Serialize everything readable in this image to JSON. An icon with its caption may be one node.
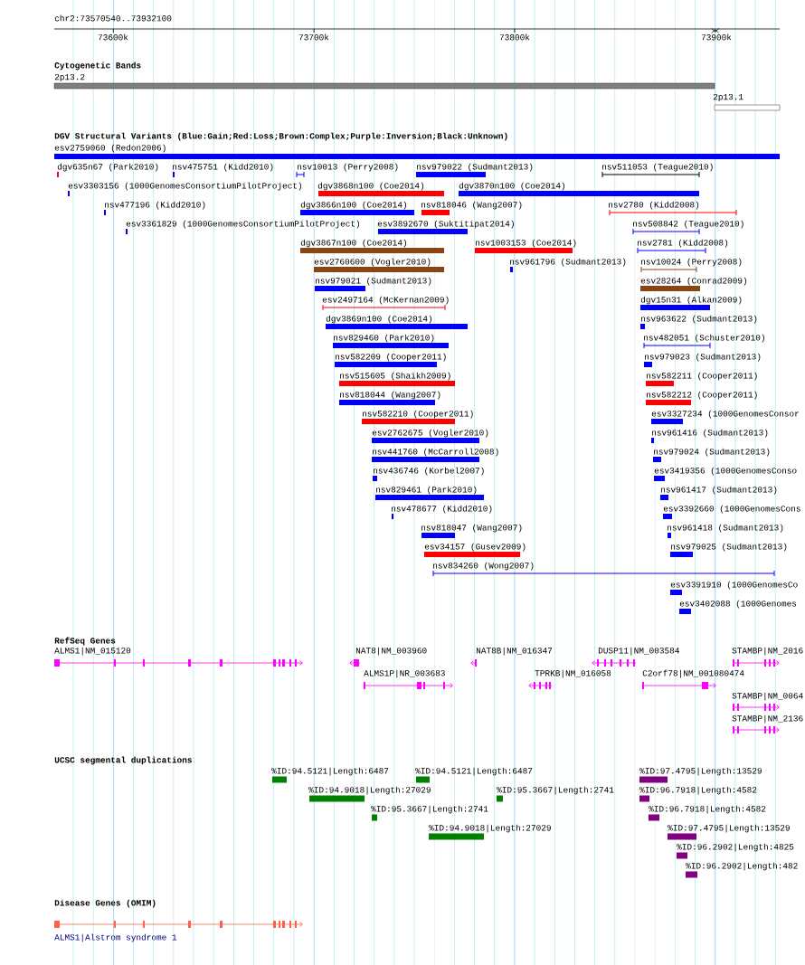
{
  "diagram": {
    "labels": [
      "chr2:73570540..73932100",
      "73600k",
      "73700k",
      "73800k",
      "73900k",
      "Cytogenetic Bands",
      "2p13.2",
      "2p13.1",
      "DGV Structural Variants (Blue:Gain;Red:Loss;Brown:Complex;Purple:Inversion;Black:Unknown)",
      "esv2759060 (Redon2006)",
      "dgv635n67 (Park2010)",
      "nsv475751 (Kidd2010)",
      "nsv10013 (Perry2008)",
      "nsv979022 (Sudmant2013)",
      "nsv511053 (Teague2010)",
      "esv3303156 (1000GenomesConsortiumPilotProject)",
      "dgv3868n100 (Coe2014)",
      "dgv3870n100 (Coe2014)",
      "nsv477196 (Kidd2010)",
      "dgv3866n100 (Coe2014)",
      "nsv818046 (Wang2007)",
      "nsv2780 (Kidd2008)",
      "esv3361829 (1000GenomesConsortiumPilotProject)",
      "esv3892670 (Suktitipat2014)",
      "nsv508842 (Teague2010)",
      "dgv3867n100 (Coe2014)",
      "nsv1003153 (Coe2014)",
      "nsv2781 (Kidd2008)",
      "esv2760600 (Vogler2010)",
      "nsv961796 (Sudmant2013)",
      "nsv10024 (Perry2008)",
      "nsv979021 (Sudmant2013)",
      "esv28264 (Conrad2009)",
      "esv2497164 (McKernan2009)",
      "dgv15n31 (Alkan2009)",
      "dgv3869n100 (Coe2014)",
      "nsv963622 (Sudmant2013)",
      "nsv829460 (Park2010)",
      "nsv482051 (Schuster2010)",
      "nsv582209 (Cooper2011)",
      "nsv979023 (Sudmant2013)",
      "nsv515605 (Shaikh2009)",
      "nsv582211 (Cooper2011)",
      "nsv818044 (Wang2007)",
      "nsv582212 (Cooper2011)",
      "nsv582210 (Cooper2011)",
      "esv3327234 (1000GenomesConsor",
      "esv2762675 (Vogler2010)",
      "nsv961416 (Sudmant2013)",
      "nsv441760 (McCarroll2008)",
      "nsv979024 (Sudmant2013)",
      "nsv436746 (Korbel2007)",
      "esv3419356 (1000GenomesConso",
      "nsv829461 (Park2010)",
      "nsv961417 (Sudmant2013)",
      "nsv478677 (Kidd2010)",
      "esv3392660 (1000GenomesCons",
      "nsv818047 (Wang2007)",
      "nsv961418 (Sudmant2013)",
      "esv34157 (Gusev2009)",
      "nsv979025 (Sudmant2013)",
      "nsv834260 (Wong2007)",
      "esv3391910 (1000GenomesCo",
      "esv3402088 (1000Genomes",
      "RefSeq Genes",
      "ALMS1|NM_015120",
      "NAT8|NM_003960",
      "NAT8B|NM_016347",
      "DUSP11|NM_003584",
      "STAMBP|NM_2016",
      "ALMS1P|NR_003683",
      "TPRKB|NM_016058",
      "C2orf78|NM_001080474",
      "STAMBP|NM_0064",
      "STAMBP|NM_2136",
      "UCSC segmental duplications",
      "%ID:94.5121|Length:6487",
      "%ID:94.5121|Length:6487",
      "%ID:97.4795|Length:13529",
      "%ID:94.9018|Length:27029",
      "%ID:95.3667|Length:2741",
      "%ID:96.7918|Length:4582",
      "%ID:95.3667|Length:2741",
      "%ID:96.7918|Length:4582",
      "%ID:94.9018|Length:27029",
      "%ID:97.4795|Length:13529",
      "%ID:96.2902|Length:4825",
      "%ID:96.2902|Length:482",
      "Disease Genes (OMIM)",
      "ALMS1|Alstrom syndrome 1"
    ]
  }
}
